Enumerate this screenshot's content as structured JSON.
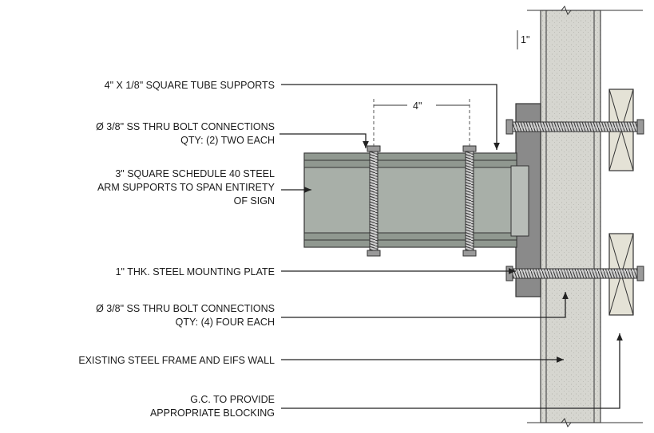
{
  "dimensions": {
    "bolt_spacing": "4\"",
    "plate_thickness": "1\""
  },
  "labels": {
    "tube_supports": "4\" X 1/8\" SQUARE TUBE SUPPORTS",
    "bolt_top_1": "Ø 3/8\" SS THRU BOLT CONNECTIONS",
    "bolt_top_2": "QTY: (2) TWO EACH",
    "arm_1": "3\" SQUARE SCHEDULE 40 STEEL",
    "arm_2": "ARM SUPPORTS TO SPAN ENTIRETY",
    "arm_3": "OF SIGN",
    "mounting_plate": "1\" THK. STEEL MOUNTING PLATE",
    "bolt_bottom_1": "Ø 3/8\" SS THRU BOLT CONNECTIONS",
    "bolt_bottom_2": "QTY: (4) FOUR EACH",
    "wall": "EXISTING STEEL FRAME AND EIFS WALL",
    "blocking_1": "G.C. TO PROVIDE",
    "blocking_2": "APPROPRIATE BLOCKING"
  }
}
